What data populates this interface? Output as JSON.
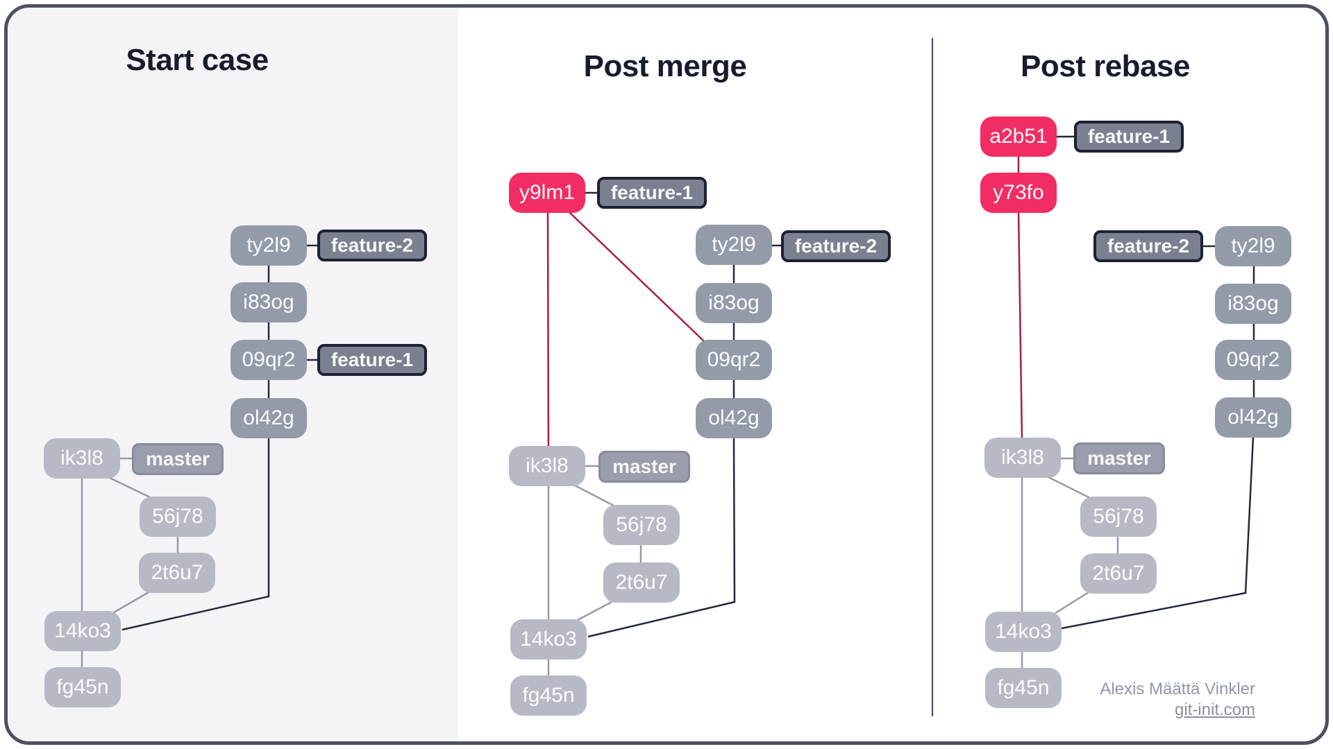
{
  "panels": {
    "start": {
      "title": "Start case",
      "commits": {
        "ty2l9": "ty2l9",
        "i83og": "i83og",
        "09qr2": "09qr2",
        "ol42g": "ol42g",
        "ik3l8": "ik3l8",
        "56j78": "56j78",
        "2t6u7": "2t6u7",
        "14ko3": "14ko3",
        "fg45n": "fg45n"
      },
      "branches": {
        "feature2": "feature-2",
        "feature1": "feature-1",
        "master": "master"
      }
    },
    "merge": {
      "title": "Post merge",
      "commits": {
        "y9lm1": "y9lm1",
        "ty2l9": "ty2l9",
        "i83og": "i83og",
        "09qr2": "09qr2",
        "ol42g": "ol42g",
        "ik3l8": "ik3l8",
        "56j78": "56j78",
        "2t6u7": "2t6u7",
        "14ko3": "14ko3",
        "fg45n": "fg45n"
      },
      "branches": {
        "feature1": "feature-1",
        "feature2": "feature-2",
        "master": "master"
      }
    },
    "rebase": {
      "title": "Post rebase",
      "commits": {
        "a2b51": "a2b51",
        "y73fo": "y73fo",
        "ty2l9": "ty2l9",
        "i83og": "i83og",
        "09qr2": "09qr2",
        "ol42g": "ol42g",
        "ik3l8": "ik3l8",
        "56j78": "56j78",
        "2t6u7": "2t6u7",
        "14ko3": "14ko3",
        "fg45n": "fg45n"
      },
      "branches": {
        "feature1": "feature-1",
        "feature2": "feature-2",
        "master": "master"
      }
    }
  },
  "attribution": {
    "author": "Alexis Määttä Vinkler",
    "site": "git-init.com"
  },
  "colors": {
    "accent_pink": "#f22d63",
    "red_edge": "#a51e41",
    "dark_node": "#939aa8",
    "light_node": "#b7bac4",
    "branch_label_fill": "#7b8090",
    "branch_label_border": "#1d2133",
    "master_label_fill": "#9a9eac",
    "master_label_border": "#878b9b",
    "dark_edge": "#23283c",
    "light_edge": "#9599ab",
    "panel_divider": "#3f4458",
    "panel1_bg": "#f4f4f6",
    "frame_border": "#4c5060",
    "title_color": "#171b2d"
  }
}
